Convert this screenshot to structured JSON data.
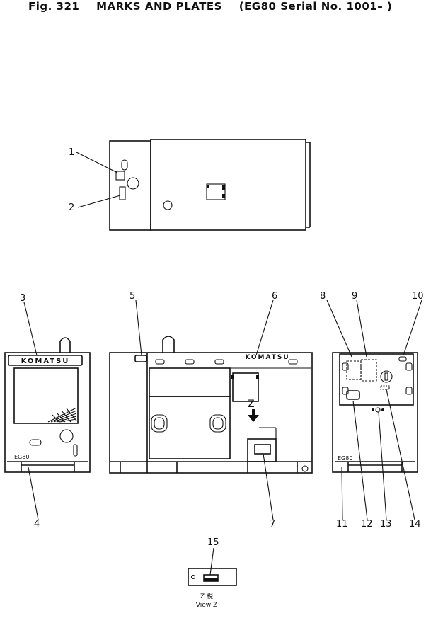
{
  "header": {
    "fig": "Fig. 321",
    "title": "MARKS AND PLATES",
    "model": "(EG80 Serial No. 1001– )"
  },
  "labels": {
    "brand_front": "KOMATSU",
    "brand_side": "KOMATSU",
    "model_front": "EG80",
    "model_rear": "EG80",
    "view_marker": "Z",
    "view_caption_top": "Z 視",
    "view_caption_bottom": "View Z"
  },
  "callouts": [
    "1",
    "2",
    "3",
    "4",
    "5",
    "6",
    "7",
    "8",
    "9",
    "10",
    "11",
    "12",
    "13",
    "14",
    "15"
  ]
}
